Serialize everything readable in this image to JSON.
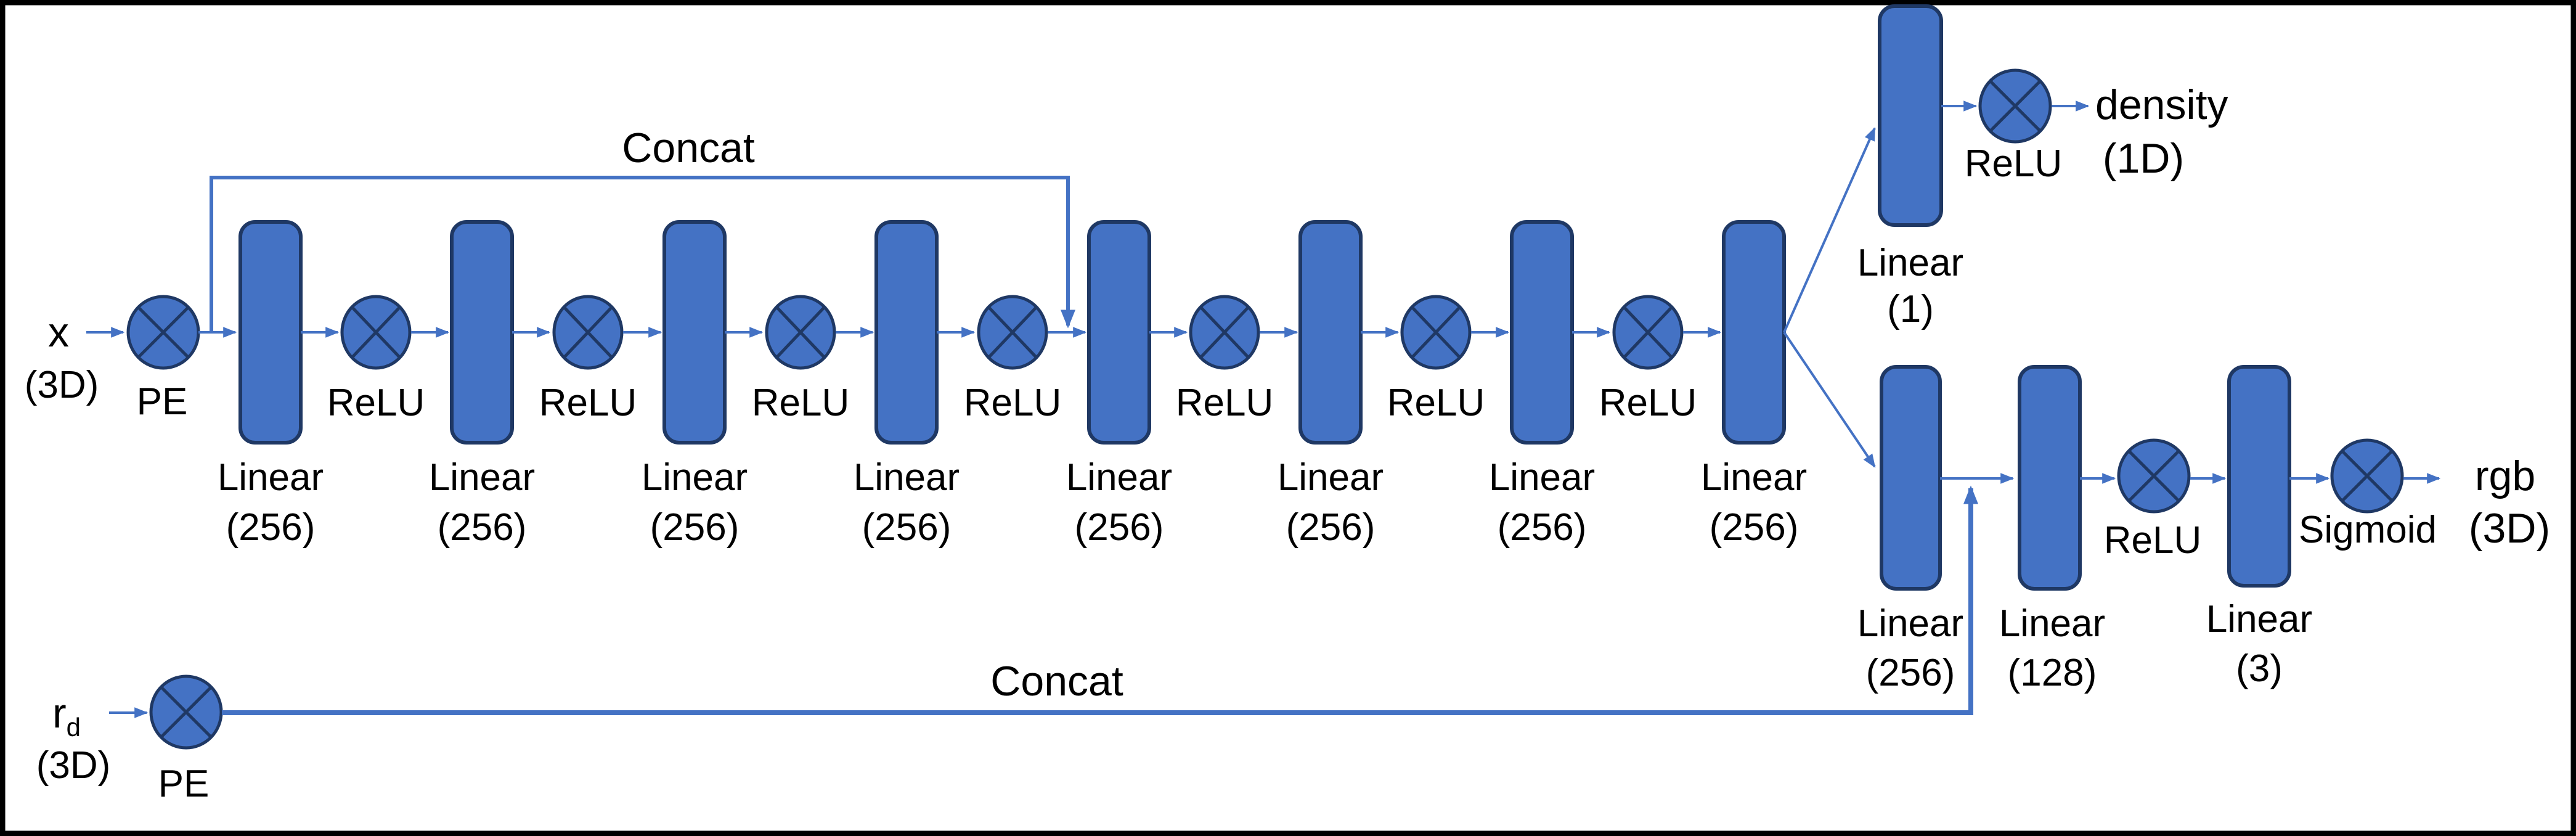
{
  "colors": {
    "shape_fill": "#4472C4",
    "shape_border": "#1F3864",
    "arrow": "#4472C4",
    "text": "#000000",
    "background": "#FFFFFF",
    "frame": "#000000"
  },
  "inputs": {
    "position": {
      "name": "x",
      "dim": "(3D)",
      "encoder": "PE"
    },
    "direction": {
      "name": "r",
      "subscript": "d",
      "dim": "(3D)",
      "encoder": "PE"
    }
  },
  "skip": {
    "position_label": "Concat",
    "direction_label": "Concat"
  },
  "trunk": {
    "blocks": [
      {
        "name": "Linear",
        "size": "(256)"
      },
      {
        "name": "Linear",
        "size": "(256)"
      },
      {
        "name": "Linear",
        "size": "(256)"
      },
      {
        "name": "Linear",
        "size": "(256)"
      },
      {
        "name": "Linear",
        "size": "(256)"
      },
      {
        "name": "Linear",
        "size": "(256)"
      },
      {
        "name": "Linear",
        "size": "(256)"
      },
      {
        "name": "Linear",
        "size": "(256)"
      }
    ],
    "relu_labels": [
      "ReLU",
      "ReLU",
      "ReLU",
      "ReLU",
      "ReLU",
      "ReLU",
      "ReLU"
    ]
  },
  "density_head": {
    "block": {
      "name": "Linear",
      "size": "(1)"
    },
    "activation": "ReLU",
    "output": {
      "name": "density",
      "dim": "(1D)"
    }
  },
  "color_head": {
    "blocks": [
      {
        "name": "Linear",
        "size": "(256)"
      },
      {
        "name": "Linear",
        "size": "(128)"
      },
      {
        "name": "Linear",
        "size": "(3)"
      }
    ],
    "activations": [
      {
        "label": "ReLU"
      },
      {
        "label": "Sigmoid"
      }
    ],
    "output": {
      "name": "rgb",
      "dim": "(3D)"
    }
  }
}
